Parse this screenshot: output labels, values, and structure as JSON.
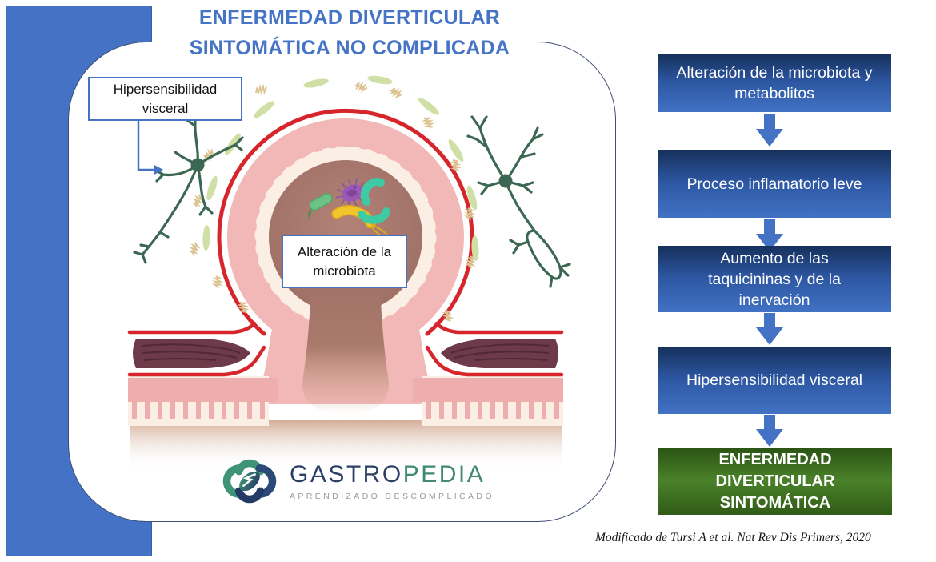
{
  "title": {
    "line1": "ENFERMEDAD DIVERTICULAR",
    "line2": "SINTOMÁTICA NO COMPLICADA"
  },
  "diagram": {
    "label_hypersensitivity": "Hipersensibilidad visceral",
    "label_microbiota": "Alteración de la microbiota",
    "icons": [
      "neuron-icon",
      "bacteria-icon",
      "diverticulum-icon",
      "gut-wall-icon"
    ]
  },
  "flowchart": {
    "steps": [
      {
        "label": "Alteración de la microbiota y metabolitos",
        "type": "process"
      },
      {
        "label": "Proceso inflamatorio leve",
        "type": "process"
      },
      {
        "label": "Aumento de las taquicininas y de la inervación",
        "type": "process"
      },
      {
        "label": "Hipersensibilidad visceral",
        "type": "process"
      },
      {
        "label": "ENFERMEDAD DIVERTICULAR SINTOMÁTICA",
        "type": "outcome"
      }
    ]
  },
  "logo": {
    "brand_primary": "GASTRO",
    "brand_secondary": "PEDIA",
    "tagline": "APRENDIZADO DESCOMPLICADO"
  },
  "citation": "Modificado de Tursi A et al. Nat Rev Dis Primers, 2020",
  "colors": {
    "accent_blue": "#4472C4",
    "flow_box_top": "#16305C",
    "flow_box_bottom": "#4272C4",
    "outcome_green_mid": "#4A8129",
    "title_blue": "#4573C6",
    "serosa_red": "#D6252B",
    "mucosa_pink": "#F2B7B7",
    "lumen_brown": "#9E6F66",
    "muscle_maroon": "#6D3A4A",
    "neuron_green": "#3C6753",
    "logo_navy": "#2C3F66",
    "logo_teal": "#3F8A70"
  }
}
